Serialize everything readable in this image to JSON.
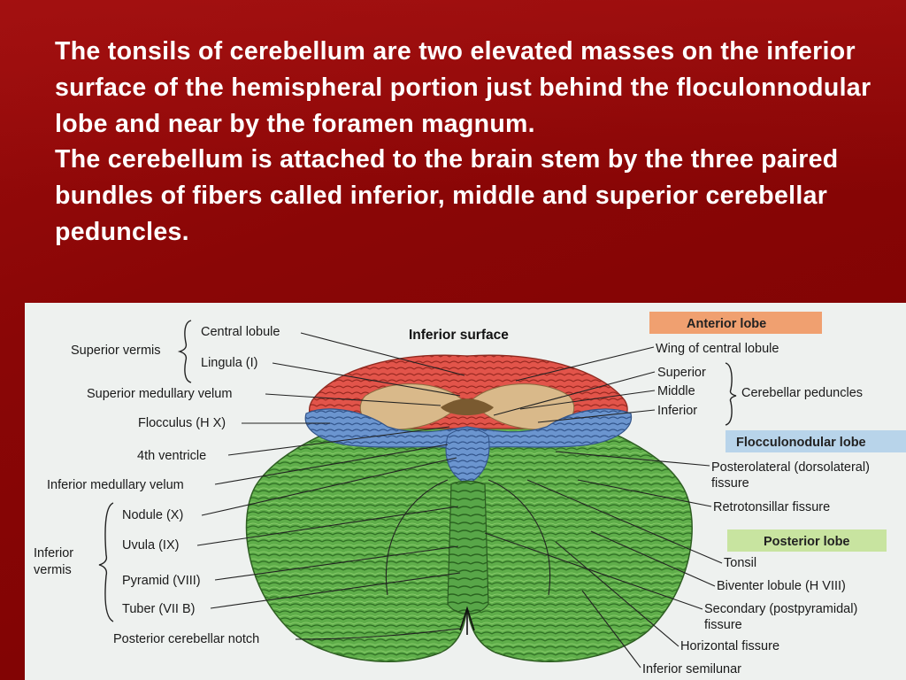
{
  "slide": {
    "paragraphs": [
      "The tonsils of cerebellum are two elevated masses on the inferior surface of the hemispheral portion just behind the floculonnodular lobe and near by the foramen magnum.",
      "The cerebellum is attached to the brain stem by the three paired bundles of fibers called inferior, middle and superior cerebellar peduncles."
    ]
  },
  "figure": {
    "title": "Inferior surface",
    "colors": {
      "anterior": "#f0a070",
      "flocculonodular": "#b8d4ea",
      "posterior": "#c8e4a0",
      "green": "#5fae4a",
      "red": "#e2544a",
      "blue": "#6b95cf"
    },
    "left_labels": {
      "superior_vermis": "Superior vermis",
      "central_lobule": "Central lobule",
      "lingula": "Lingula (I)",
      "superior_medullary_velum": "Superior medullary velum",
      "flocculus": "Flocculus (H X)",
      "fourth_ventricle": "4th ventricle",
      "inferior_medullary_velum": "Inferior medullary velum",
      "inferior_vermis_1": "Inferior",
      "inferior_vermis_2": "vermis",
      "nodule": "Nodule (X)",
      "uvula": "Uvula (IX)",
      "pyramid": "Pyramid (VIII)",
      "tuber": "Tuber (VII B)",
      "posterior_cerebellar_notch": "Posterior cerebellar notch"
    },
    "right_labels": {
      "anterior_lobe": "Anterior lobe",
      "wing_of_central_lobule": "Wing of central lobule",
      "superior": "Superior",
      "middle": "Middle",
      "inferior": "Inferior",
      "cerebellar_peduncles": "Cerebellar peduncles",
      "flocculonodular_lobe": "Flocculonodular lobe",
      "posterolateral_1": "Posterolateral (dorsolateral)",
      "posterolateral_2": "fissure",
      "retrotonsillar": "Retrotonsillar fissure",
      "posterior_lobe": "Posterior lobe",
      "tonsil": "Tonsil",
      "biventer": "Biventer lobule (H VIII)",
      "secondary_1": "Secondary (postpyramidal)",
      "secondary_2": "fissure",
      "horizontal": "Horizontal fissure",
      "inferior_semilunar": "Inferior semilunar"
    }
  }
}
